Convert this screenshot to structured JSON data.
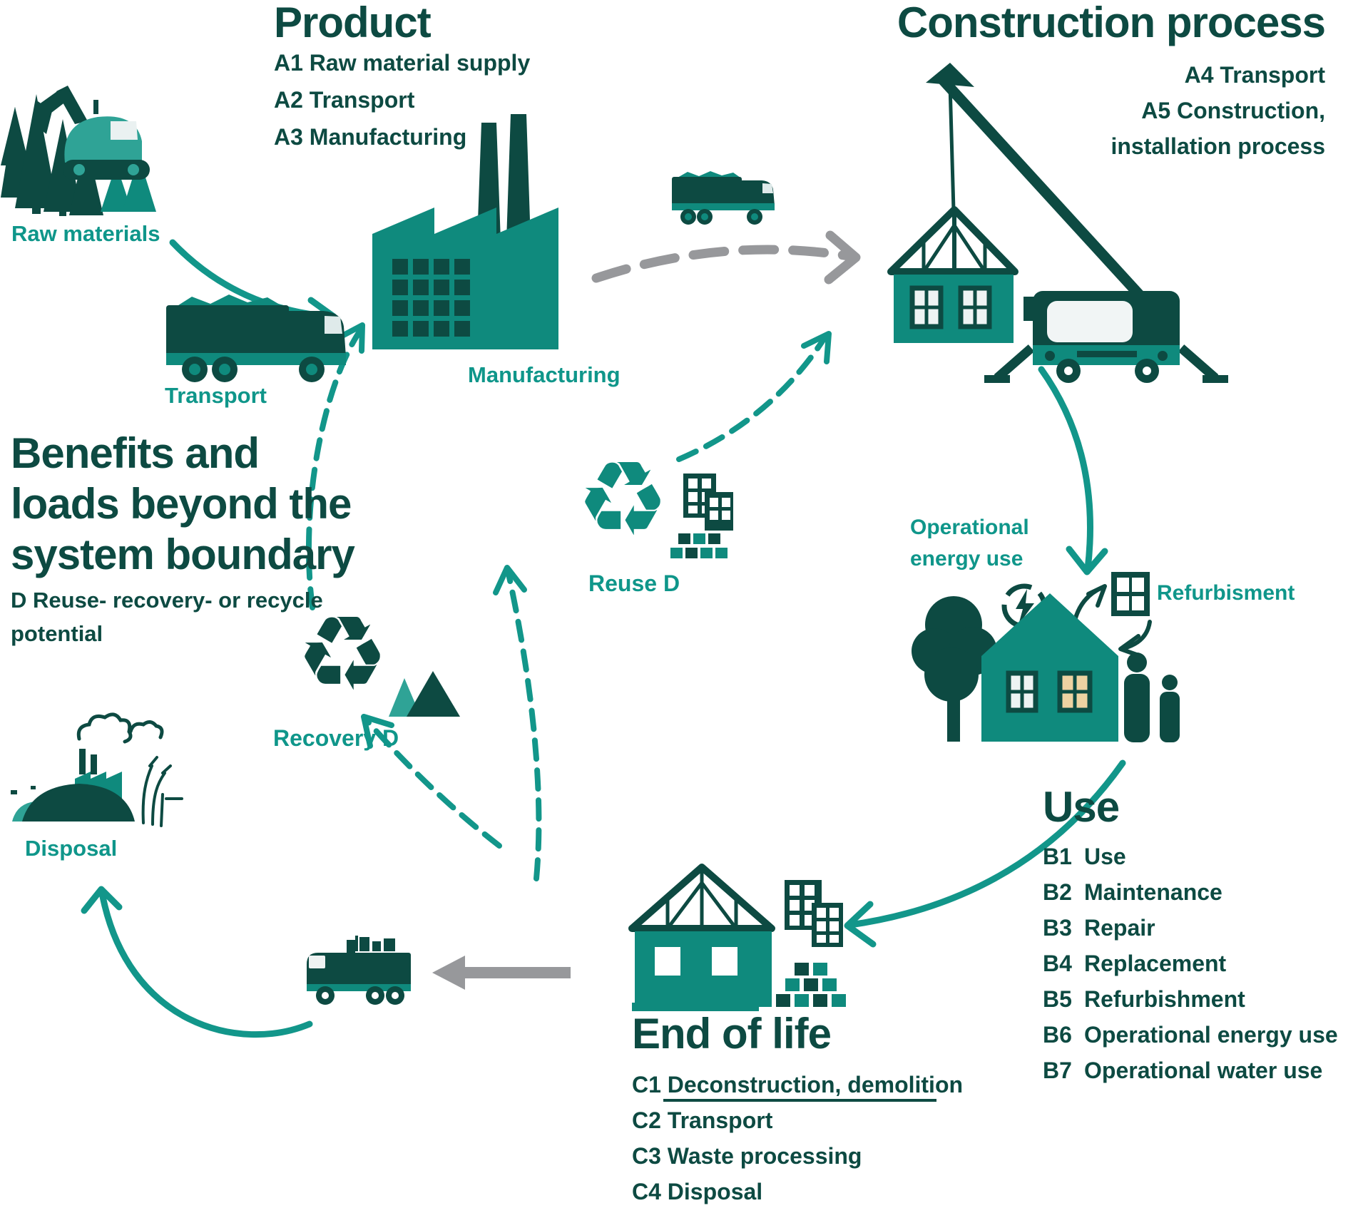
{
  "palette": {
    "dark_green": "#0d4a42",
    "teal": "#0f8a7d",
    "teal_bright": "#0f968a",
    "teal_mid": "#2fa396",
    "gray": "#97989b",
    "window_light": "#edf3f3",
    "window_warm": "#edd2a2"
  },
  "sections": {
    "product": {
      "title": "Product",
      "items": [
        "A1 Raw material supply",
        "A2 Transport",
        "A3 Manufacturing"
      ]
    },
    "construction": {
      "title": "Construction process",
      "items": [
        "A4 Transport",
        "A5 Construction,",
        "installation process"
      ]
    },
    "use": {
      "title": "Use",
      "items": [
        {
          "code": "B1",
          "label": "Use"
        },
        {
          "code": "B2",
          "label": "Maintenance"
        },
        {
          "code": "B3",
          "label": "Repair"
        },
        {
          "code": "B4",
          "label": "Replacement"
        },
        {
          "code": "B5",
          "label": "Refurbishment"
        },
        {
          "code": "B6",
          "label": "Operational energy use"
        },
        {
          "code": "B7",
          "label": "Operational water use"
        }
      ]
    },
    "end_of_life": {
      "title": "End of life",
      "items": [
        "C1 Deconstruction, demolition",
        "C2 Transport",
        "C3 Waste processing",
        "C4 Disposal"
      ]
    },
    "benefits": {
      "title_line1": "Benefits and",
      "title_line2": "loads beyond the",
      "title_line3": "system boundary",
      "subtitle_line1": "D Reuse- recovery- or recycle",
      "subtitle_line2": "potential"
    }
  },
  "labels": {
    "raw_materials": "Raw materials",
    "transport": "Transport",
    "manufacturing": "Manufacturing",
    "reuse": "Reuse D",
    "recovery": "Recovery D",
    "disposal": "Disposal",
    "operational_line1": "Operational",
    "operational_line2": "energy use",
    "refurbishment": "Refurbisment"
  },
  "icons": {
    "recycle_glyph": "♻"
  }
}
